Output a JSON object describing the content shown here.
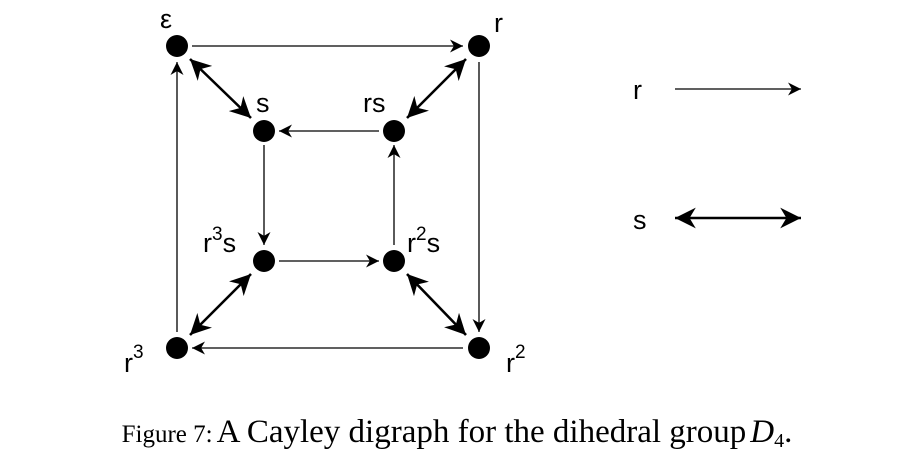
{
  "diagram": {
    "nodes": {
      "e": {
        "label": "ε"
      },
      "r": {
        "label": "r"
      },
      "s": {
        "label": "s"
      },
      "rs": {
        "label": "rs"
      },
      "r3s": {
        "base": "r",
        "sup": "3",
        "suffix": "s"
      },
      "r2s": {
        "base": "r",
        "sup": "2",
        "suffix": "s"
      },
      "r3": {
        "base": "r",
        "sup": "3"
      },
      "r2": {
        "base": "r",
        "sup": "2"
      }
    },
    "legend": {
      "r_label": "r",
      "s_label": "s"
    }
  },
  "caption": {
    "prefix": "Figure 7:",
    "text": "A Cayley digraph for the dihedral group",
    "symbol": "D",
    "subscript": "4",
    "end": "."
  }
}
